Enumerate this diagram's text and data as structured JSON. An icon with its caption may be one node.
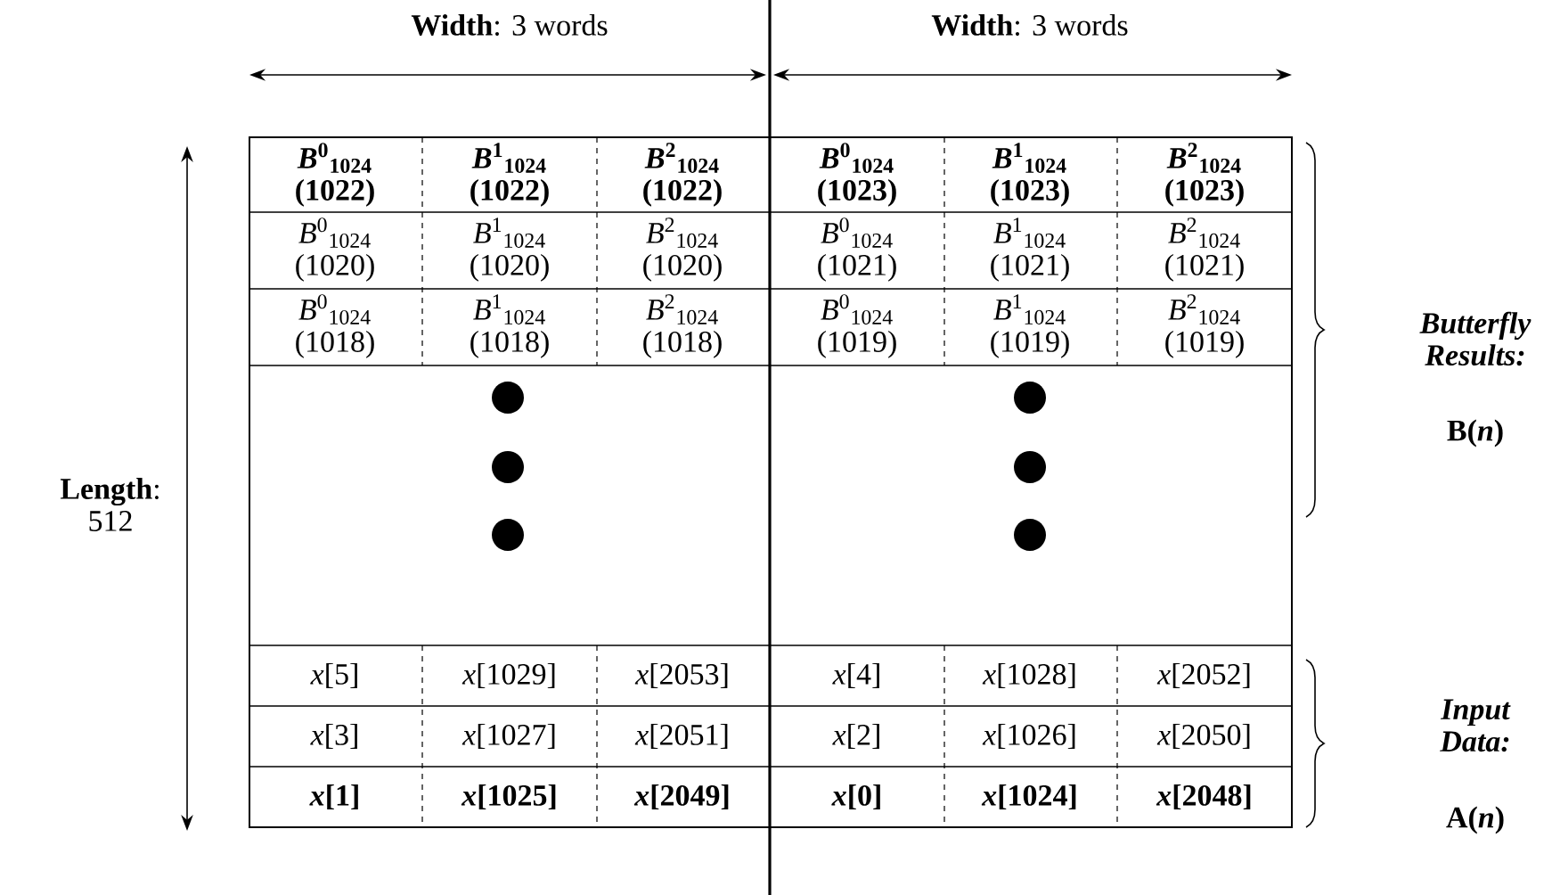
{
  "diagram": {
    "labels": [
      "**Width**: 3 words",
      "**Width**: 3 words",
      "*B*$^{0}$$_{1024}$ (1022)",
      "*B*$^{1}$$_{1024}$ (1022)",
      "*B*$^{2}$$_{1024}$ (1022)",
      "*B*$^{0}$$_{1024}$ (1023)",
      "*B*$^{1}$$_{1024}$ (1023)",
      "*B*$^{2}$$_{1024}$ (1023)",
      "*B*$^{0}$$_{1024}$ (1020)",
      "*B*$^{1}$$_{1024}$ (1020)",
      "*B*$^{2}$$_{1024}$ (1020)",
      "*B*$^{0}$$_{1024}$ (1021)",
      "*B*$^{1}$$_{1024}$ (1021)",
      "*B*$^{2}$$_{1024}$ (1021)",
      "*B*$^{0}$$_{1024}$ (1018)",
      "*B*$^{1}$$_{1024}$ (1018)",
      "*B*$^{2}$$_{1024}$ (1018)",
      "*B*$^{0}$$_{1024}$ (1019)",
      "*B*$^{1}$$_{1024}$ (1019)",
      "*B*$^{2}$$_{1024}$ (1019)",
      "Butterfly Results:",
      "B(*n*)",
      "**Length**: 512",
      "*x*[5]",
      "*x*[1029]",
      "*x*[2053]",
      "*x*[4]",
      "*x*[1028]",
      "*x*[2052]",
      "*x*[3]",
      "*x*[1027]",
      "*x*[2051]",
      "*x*[2]",
      "*x*[1026]",
      "*x*[2050]",
      "*x*[1]",
      "*x*[1025]",
      "*x*[2049]",
      "*x*[0]",
      "*x*[1024]",
      "*x*[2048]",
      "Input Data:",
      "A(*n*)"
    ]
  }
}
